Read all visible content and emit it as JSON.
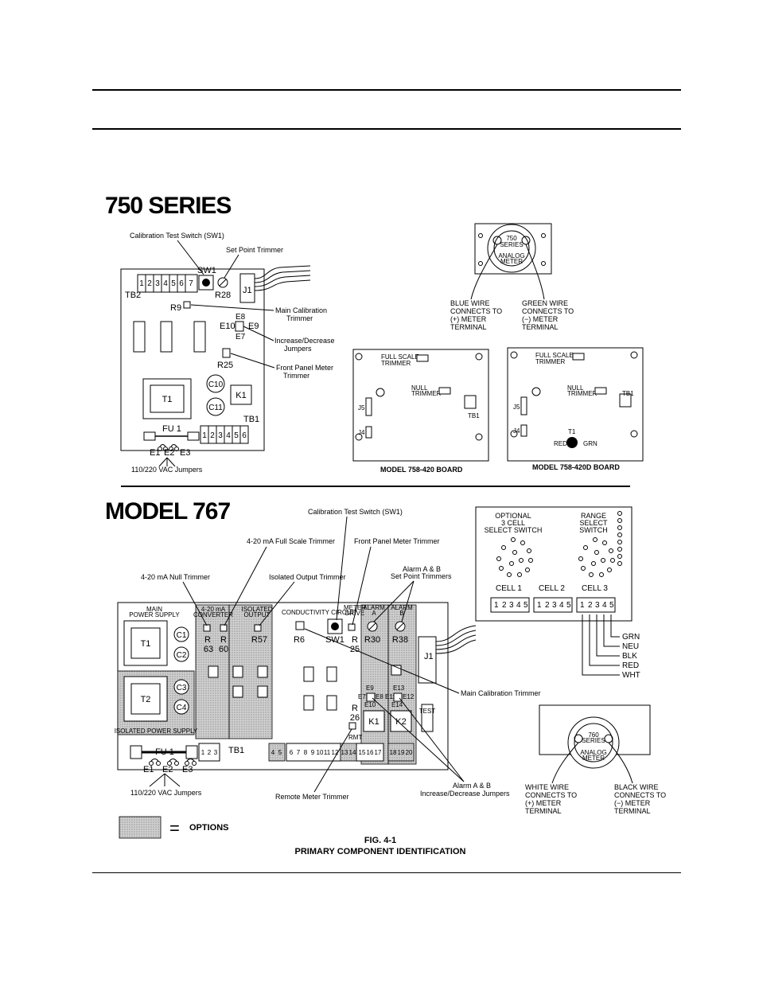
{
  "header_rules": true,
  "series750": {
    "title": "750 SERIES",
    "callouts": {
      "sw1_label": "Calibration Test Switch (SW1)",
      "setpoint": "Set Point Trimmer",
      "main_cal_1": "Main Calibration",
      "main_cal_2": "Trimmer",
      "incdec_1": "Increase/Decrease",
      "incdec_2": "Jumpers",
      "front_1": "Front Panel Meter",
      "front_2": "Trimmer",
      "vac": "110/220 VAC Jumpers"
    },
    "board": {
      "tb2": "TB2",
      "tb2_pins": [
        "1",
        "2",
        "3",
        "4",
        "5",
        "6",
        "7"
      ],
      "sw1": "SW1",
      "r28": "R28",
      "j1": "J1",
      "r9": "R9",
      "e8": "E8",
      "e10": "E10",
      "e9": "E9",
      "e7": "E7",
      "r25": "R25",
      "t1": "T1",
      "c10": "C10",
      "c11": "C11",
      "k1": "K1",
      "tb1": "TB1",
      "tb1_pins": [
        "1",
        "2",
        "3",
        "4",
        "5",
        "6"
      ],
      "fu1": "FU 1",
      "e1": "E1",
      "e2": "E2",
      "e3": "E3"
    },
    "meter": {
      "series": "750",
      "series2": "SERIES",
      "analog": "ANALOG",
      "meter": "METER",
      "blue_1": "BLUE WIRE",
      "blue_2": "CONNECTS TO",
      "blue_3": "(+) METER",
      "blue_4": "TERMINAL",
      "green_1": "GREEN WIRE",
      "green_2": "CONNECTS TO",
      "green_3": "(−) METER",
      "green_4": "TERMINAL"
    },
    "board420": {
      "full1": "FULL SCALE",
      "full2": "TRIMMER",
      "null1": "NULL",
      "null2": "TRIMMER",
      "j5": "J5",
      "j4": "J4",
      "tb1": "TB1",
      "caption": "MODEL 758-420 BOARD"
    },
    "board420d": {
      "full1": "FULL SCALE",
      "full2": "TRIMMER",
      "null1": "NULL",
      "null2": "TRIMMER",
      "j5": "J5",
      "j4": "J4",
      "tb1": "TB1",
      "t1": "T1",
      "red": "RED",
      "grn": "GRN",
      "caption": "MODEL 758-420D BOARD"
    }
  },
  "model767": {
    "title": "MODEL 767",
    "callouts": {
      "sw1": "Calibration Test Switch (SW1)",
      "full_scale": "4-20 mA Full Scale Trimmer",
      "front_panel": "Front Panel Meter Trimmer",
      "isolated": "Isolated Output Trimmer",
      "alarm_sp_1": "Alarm A & B",
      "alarm_sp_2": "Set Point Trimmers",
      "null": "4-20 mA Null Trimmer",
      "main_cal": "Main Calibration Trimmer",
      "remote": "Remote Meter Trimmer",
      "alarm_j_1": "Alarm A & B",
      "alarm_j_2": "Increase/Decrease Jumpers",
      "vac": "110/220 VAC Jumpers"
    },
    "board": {
      "main_ps_1": "MAIN",
      "main_ps_2": "POWER SUPPLY",
      "conv_1": "4-20 mA",
      "conv_2": "CONVERTER",
      "iso_1": "ISOLATED",
      "iso_2": "OUTPUT",
      "cond": "CONDUCTIVITY CIRCUIT",
      "meter_1": "METER",
      "meter_2": "DRIVE",
      "alarm_a_1": "ALARM",
      "alarm_a_2": "A",
      "alarm_b_1": "ALARM",
      "alarm_b_2": "B",
      "t1": "T1",
      "t2": "T2",
      "c1": "C1",
      "c2": "C2",
      "c3": "C3",
      "c4": "C4",
      "r63a": "R",
      "r63b": "63",
      "r60a": "R",
      "r60b": "60",
      "r57": "R57",
      "r6": "R6",
      "sw1": "SW1",
      "r25a": "R",
      "r25b": "25",
      "r30": "R30",
      "r38": "R38",
      "j1": "J1",
      "e9": "E9",
      "e7": "E7",
      "e8": "E8",
      "e10": "E10",
      "e13": "E13",
      "e11": "E11",
      "e12": "E12",
      "e14": "E14",
      "r26a": "R",
      "r26b": "26",
      "k1": "K1",
      "k2": "K2",
      "test": "TEST",
      "iso_ps": "ISOLATED POWER SUPPLY",
      "fu1": "FU 1",
      "tb1": "TB1",
      "rmt": "RMT",
      "e1": "E1",
      "e2": "E2",
      "e3": "E3",
      "term_a": [
        "1",
        "2",
        "3"
      ],
      "term_b": [
        "4",
        "5"
      ],
      "term_c": [
        "6",
        "7",
        "8",
        "9",
        "10",
        "11",
        "12"
      ],
      "term_d": [
        "13",
        "14"
      ],
      "term_e": [
        "15",
        "16",
        "17"
      ],
      "term_f": [
        "18",
        "19",
        "20"
      ]
    },
    "switch_panel": {
      "opt_1": "OPTIONAL",
      "opt_2": "3 CELL",
      "opt_3": "SELECT SWITCH",
      "range_1": "RANGE",
      "range_2": "SELECT",
      "range_3": "SWITCH",
      "cell1": "CELL 1",
      "cell2": "CELL 2",
      "cell3": "CELL 3",
      "pins": [
        "1",
        "2",
        "3",
        "4",
        "5"
      ],
      "wires": [
        "GRN",
        "NEU",
        "BLK",
        "RED",
        "WHT"
      ]
    },
    "meter": {
      "series": "760",
      "series2": "SERIES",
      "analog": "ANALOG",
      "meter": "METER",
      "white_1": "WHITE WIRE",
      "white_2": "CONNECTS TO",
      "white_3": "(+) METER",
      "white_4": "TERMINAL",
      "black_1": "BLACK WIRE",
      "black_2": "CONNECTS TO",
      "black_3": "(−) METER",
      "black_4": "TERMINAL"
    }
  },
  "legend": {
    "equals": "=",
    "options": "OPTIONS"
  },
  "caption": {
    "fig": "FIG. 4-1",
    "title": "PRIMARY COMPONENT IDENTIFICATION"
  }
}
